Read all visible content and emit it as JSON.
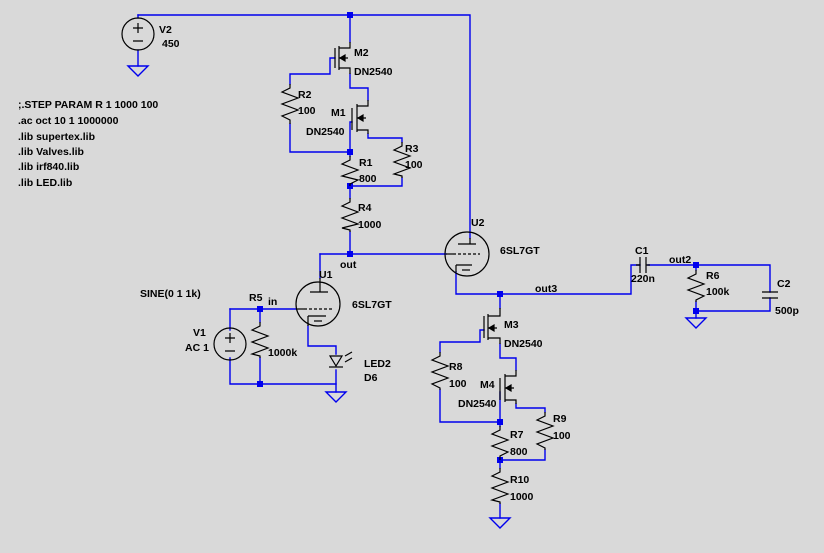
{
  "directives": [
    ";.STEP PARAM R 1 1000 100",
    ".ac oct 10 1 1000000",
    ".lib supertex.lib",
    ".lib Valves.lib",
    ".lib irf840.lib",
    ".lib LED.lib"
  ],
  "components": {
    "V2": {
      "name": "V2",
      "value": "450"
    },
    "V1": {
      "name": "V1",
      "value": "AC 1",
      "spice": "SINE(0 1 1k)"
    },
    "M1": {
      "name": "M1",
      "value": "DN2540"
    },
    "M2": {
      "name": "M2",
      "value": "DN2540"
    },
    "M3": {
      "name": "M3",
      "value": "DN2540"
    },
    "M4": {
      "name": "M4",
      "value": "DN2540"
    },
    "R1": {
      "name": "R1",
      "value": "800"
    },
    "R2": {
      "name": "R2",
      "value": "100"
    },
    "R3": {
      "name": "R3",
      "value": "100"
    },
    "R4": {
      "name": "R4",
      "value": "1000"
    },
    "R5": {
      "name": "R5",
      "value": "1000k"
    },
    "R6": {
      "name": "R6",
      "value": "100k"
    },
    "R7": {
      "name": "R7",
      "value": "800"
    },
    "R8": {
      "name": "R8",
      "value": "100"
    },
    "R9": {
      "name": "R9",
      "value": "100"
    },
    "R10": {
      "name": "R10",
      "value": "1000"
    },
    "C1": {
      "name": "C1",
      "value": "220n"
    },
    "C2": {
      "name": "C2",
      "value": "500p"
    },
    "U1": {
      "name": "U1",
      "value": "6SL7GT"
    },
    "U2": {
      "name": "U2",
      "value": "6SL7GT"
    },
    "D6": {
      "name": "D6",
      "value": "LED2"
    }
  },
  "nets": {
    "in": "in",
    "out": "out",
    "out2": "out2",
    "out3": "out3"
  }
}
